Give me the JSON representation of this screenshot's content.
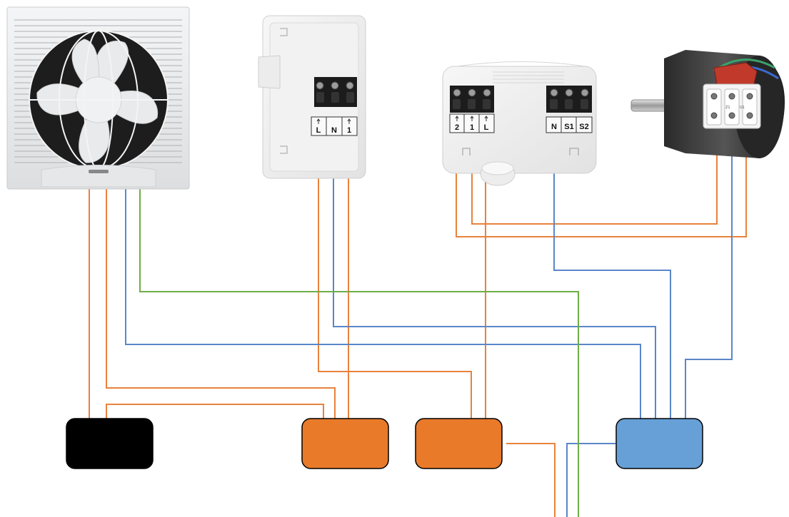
{
  "colors": {
    "live_wire": "#e8823c",
    "neutral_wire": "#5b86c9",
    "earth_wire": "#6fad47",
    "live_block": "#e87a2a",
    "neutral_block": "#66a0d6",
    "earth_block": "#000000"
  },
  "device_switch": {
    "terminal_labels": [
      "L",
      "N",
      "1"
    ]
  },
  "device_relay": {
    "left_terminal_labels": [
      "2",
      "1",
      "L"
    ],
    "right_terminal_labels": [
      "N",
      "S1",
      "S2"
    ]
  },
  "device_motor": {
    "block_labels": [
      "Z1",
      "U1"
    ]
  },
  "connector_blocks": [
    {
      "id": "earth",
      "color_key": "earth_block"
    },
    {
      "id": "live-a",
      "color_key": "live_block"
    },
    {
      "id": "live-b",
      "color_key": "live_block"
    },
    {
      "id": "neutral",
      "color_key": "neutral_block"
    }
  ]
}
